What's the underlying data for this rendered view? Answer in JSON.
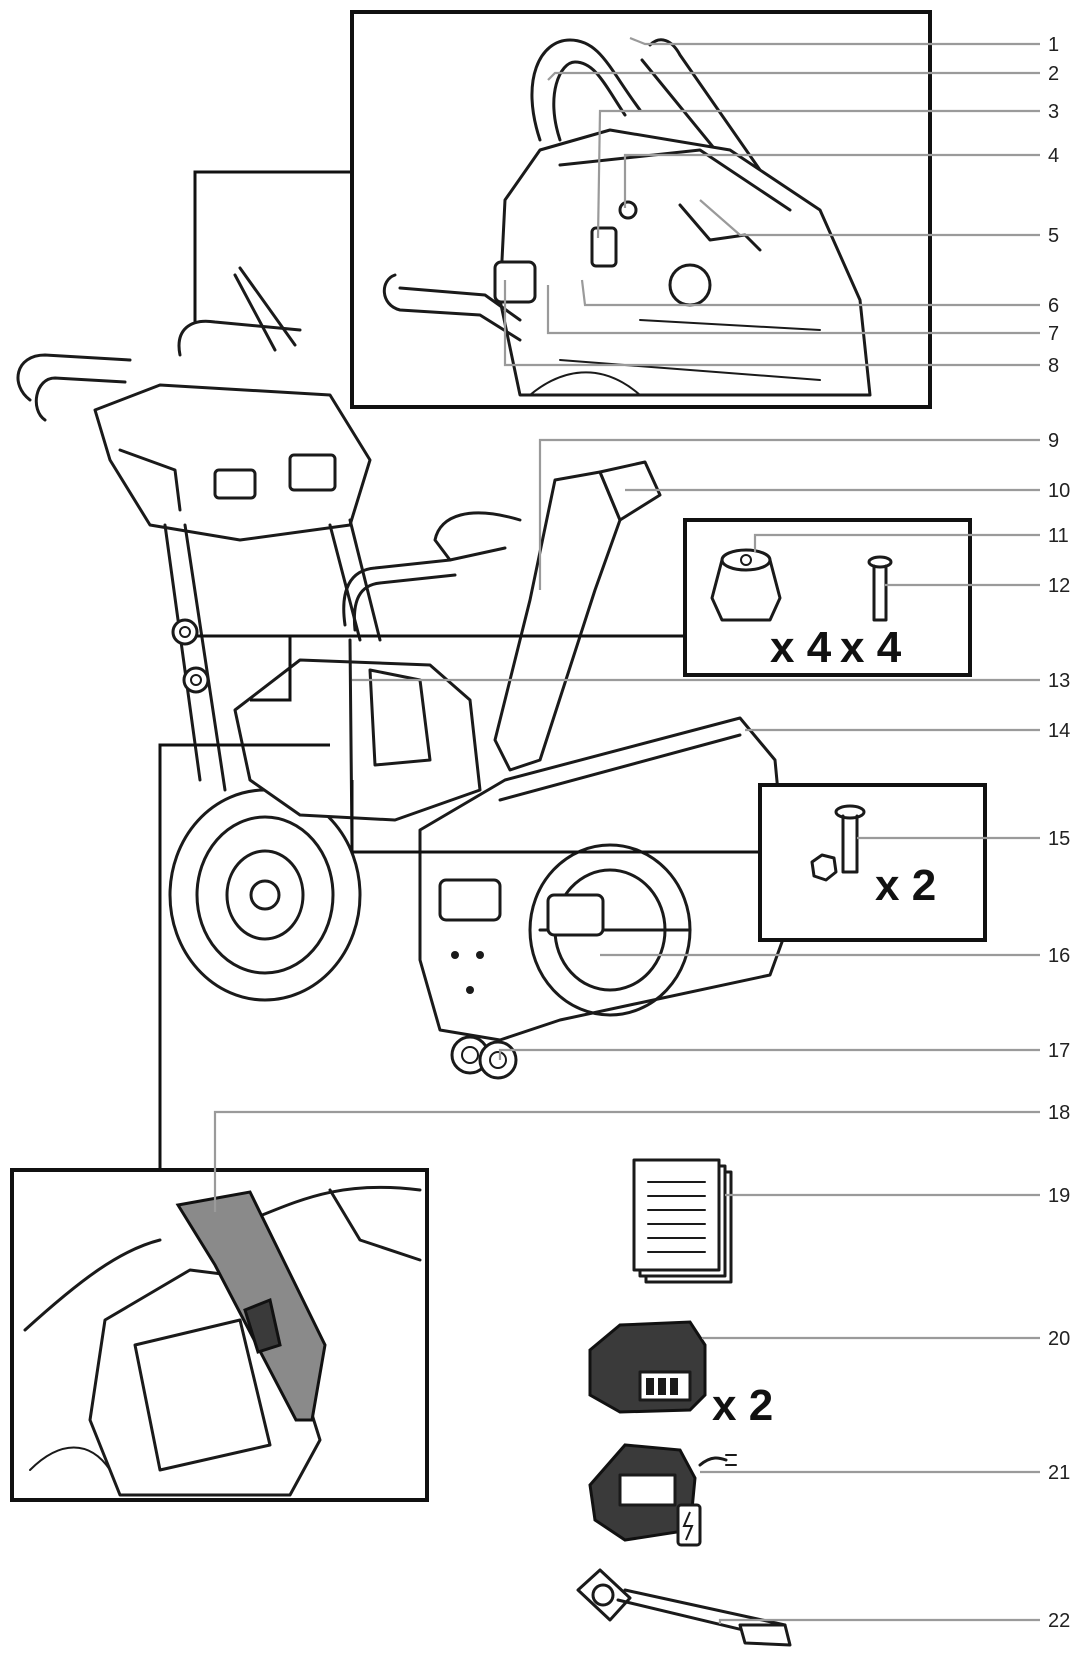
{
  "diagram": {
    "callouts": [
      "1",
      "2",
      "3",
      "4",
      "5",
      "6",
      "7",
      "8",
      "9",
      "10",
      "11",
      "12",
      "13",
      "14",
      "15",
      "16",
      "17",
      "18",
      "19",
      "20",
      "21",
      "22"
    ],
    "quantities": {
      "knob": "x 4",
      "pin": "x 4",
      "bolt_nut": "x 2",
      "battery": "x 2"
    }
  }
}
